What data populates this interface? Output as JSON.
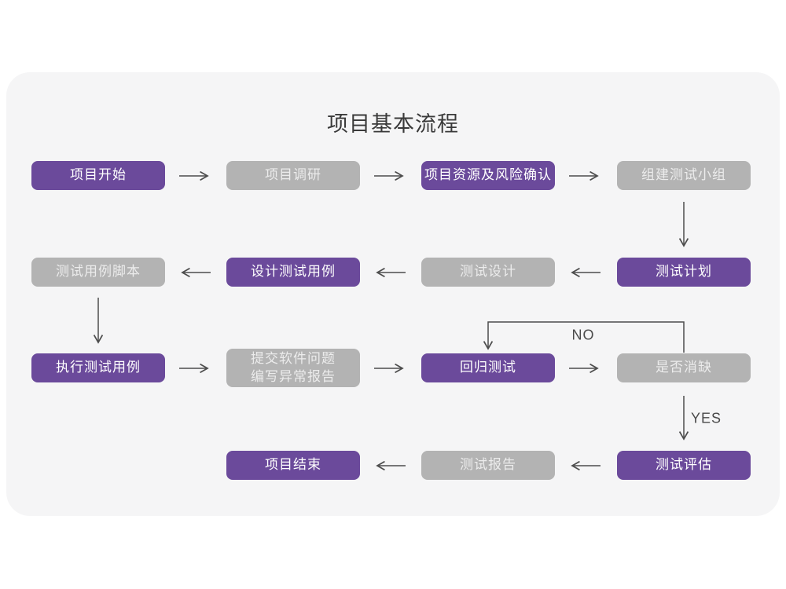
{
  "title": "项目基本流程",
  "colors": {
    "accent_purple": "#6B4A9B",
    "node_gray": "#B3B3B3",
    "card_background": "#F5F5F6",
    "arrow": "#4D4D4D",
    "title_text": "#3A3A3A"
  },
  "labels": {
    "no": "NO",
    "yes": "YES"
  },
  "nodes": [
    {
      "id": "project-start",
      "label": "项目开始",
      "variant": "purple"
    },
    {
      "id": "project-research",
      "label": "项目调研",
      "variant": "gray"
    },
    {
      "id": "resources-risk-confirm",
      "label": "项目资源及风险确认",
      "variant": "purple"
    },
    {
      "id": "build-test-team",
      "label": "组建测试小组",
      "variant": "gray"
    },
    {
      "id": "test-case-scripts",
      "label": "测试用例脚本",
      "variant": "gray"
    },
    {
      "id": "design-test-cases",
      "label": "设计测试用例",
      "variant": "purple"
    },
    {
      "id": "test-design",
      "label": "测试设计",
      "variant": "gray"
    },
    {
      "id": "test-plan",
      "label": "测试计划",
      "variant": "purple"
    },
    {
      "id": "execute-test-cases",
      "label": "执行测试用例",
      "variant": "purple"
    },
    {
      "id": "submit-issues-report",
      "label": "提交软件问题\n编写异常报告",
      "variant": "gray"
    },
    {
      "id": "regression-test",
      "label": "回归测试",
      "variant": "purple"
    },
    {
      "id": "defect-cleared",
      "label": "是否消缺",
      "variant": "gray"
    },
    {
      "id": "project-end",
      "label": "项目结束",
      "variant": "purple"
    },
    {
      "id": "test-report",
      "label": "测试报告",
      "variant": "gray"
    },
    {
      "id": "test-evaluation",
      "label": "测试评估",
      "variant": "purple"
    }
  ],
  "edges": [
    {
      "from": "project-start",
      "to": "project-research"
    },
    {
      "from": "project-research",
      "to": "resources-risk-confirm"
    },
    {
      "from": "resources-risk-confirm",
      "to": "build-test-team"
    },
    {
      "from": "build-test-team",
      "to": "test-plan"
    },
    {
      "from": "test-plan",
      "to": "test-design"
    },
    {
      "from": "test-design",
      "to": "design-test-cases"
    },
    {
      "from": "design-test-cases",
      "to": "test-case-scripts"
    },
    {
      "from": "test-case-scripts",
      "to": "execute-test-cases"
    },
    {
      "from": "execute-test-cases",
      "to": "submit-issues-report"
    },
    {
      "from": "submit-issues-report",
      "to": "regression-test"
    },
    {
      "from": "regression-test",
      "to": "defect-cleared"
    },
    {
      "from": "defect-cleared",
      "to": "regression-test",
      "label": "NO"
    },
    {
      "from": "defect-cleared",
      "to": "test-evaluation",
      "label": "YES"
    },
    {
      "from": "test-evaluation",
      "to": "test-report"
    },
    {
      "from": "test-report",
      "to": "project-end"
    }
  ]
}
